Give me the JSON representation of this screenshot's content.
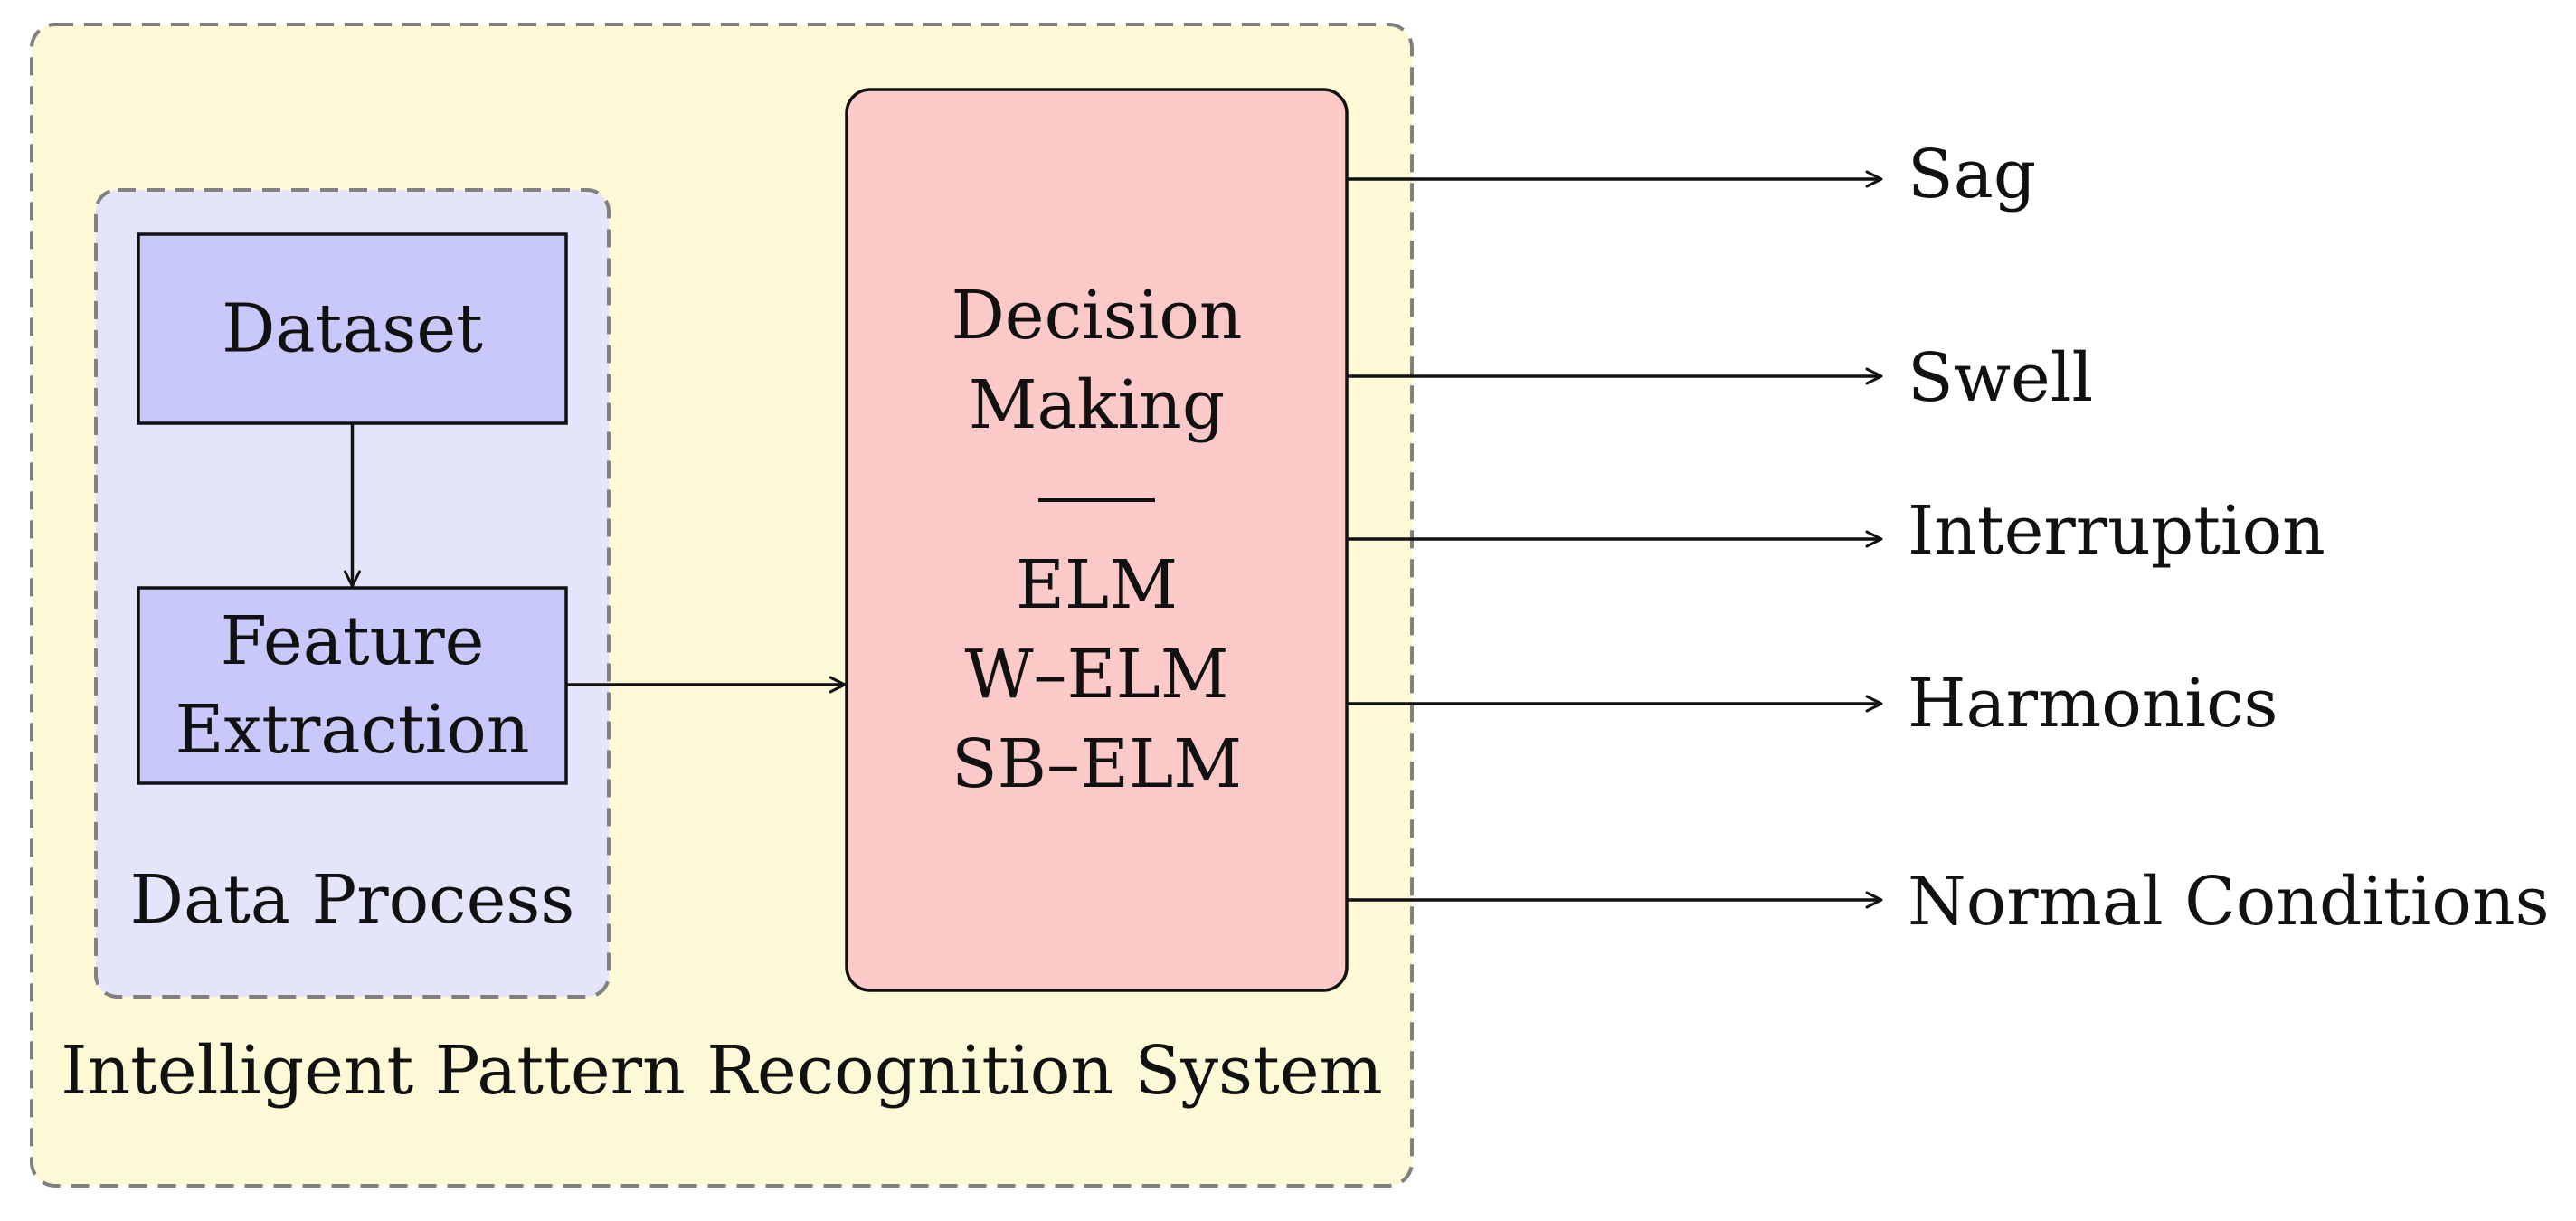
{
  "outer_box": {
    "label": "Intelligent Pattern Recognition System"
  },
  "data_process": {
    "label": "Data Process",
    "dataset": {
      "label": "Dataset"
    },
    "feature_extraction": {
      "line1": "Feature",
      "line2": "Extraction"
    }
  },
  "decision": {
    "line1": "Decision",
    "line2": "Making",
    "separator": "——",
    "methods": [
      "ELM",
      "W–ELM",
      "SB–ELM"
    ]
  },
  "outputs": [
    "Sag",
    "Swell",
    "Interruption",
    "Harmonics",
    "Normal Conditions"
  ],
  "colors": {
    "outer_fill": "#fdf9d6",
    "process_fill": "#e4e4fa",
    "node_fill": "#c8c8fa",
    "decision_fill": "#fcc9c9",
    "dash_stroke": "#808080",
    "stroke": "#111111"
  }
}
